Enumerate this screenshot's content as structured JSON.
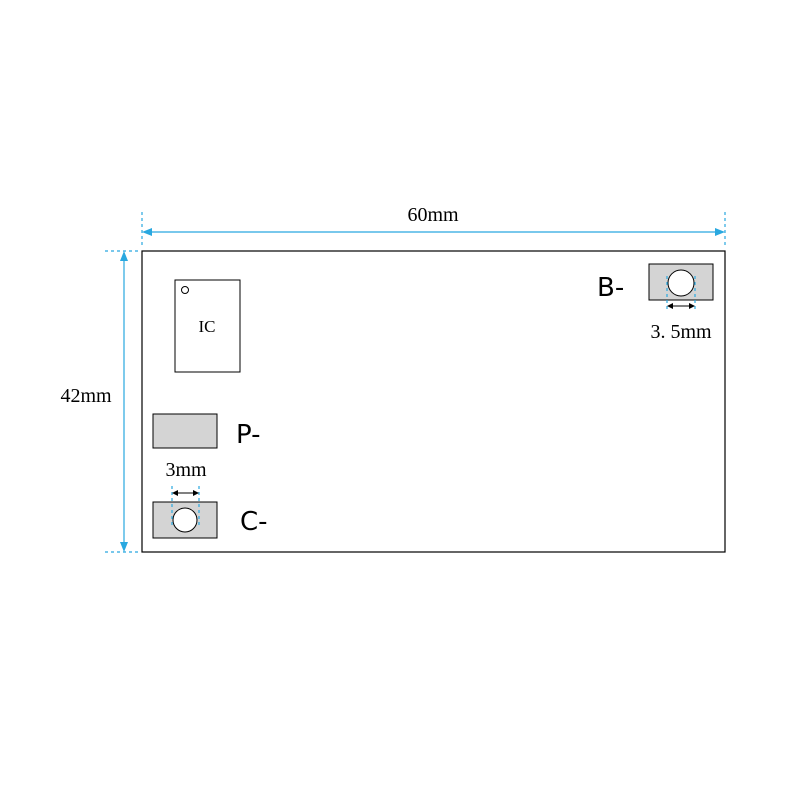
{
  "dimensions": {
    "width_label": "60mm",
    "height_label": "42mm",
    "hole_small_label": "3mm",
    "hole_large_label": "3. 5mm"
  },
  "components": {
    "ic_label": "IC",
    "pad_b_label": "B-",
    "pad_p_label": "P-",
    "pad_c_label": "C-"
  },
  "colors": {
    "dimension_line": "#29a8e0",
    "pad_fill": "#d4d4d4",
    "outline": "#000000"
  }
}
